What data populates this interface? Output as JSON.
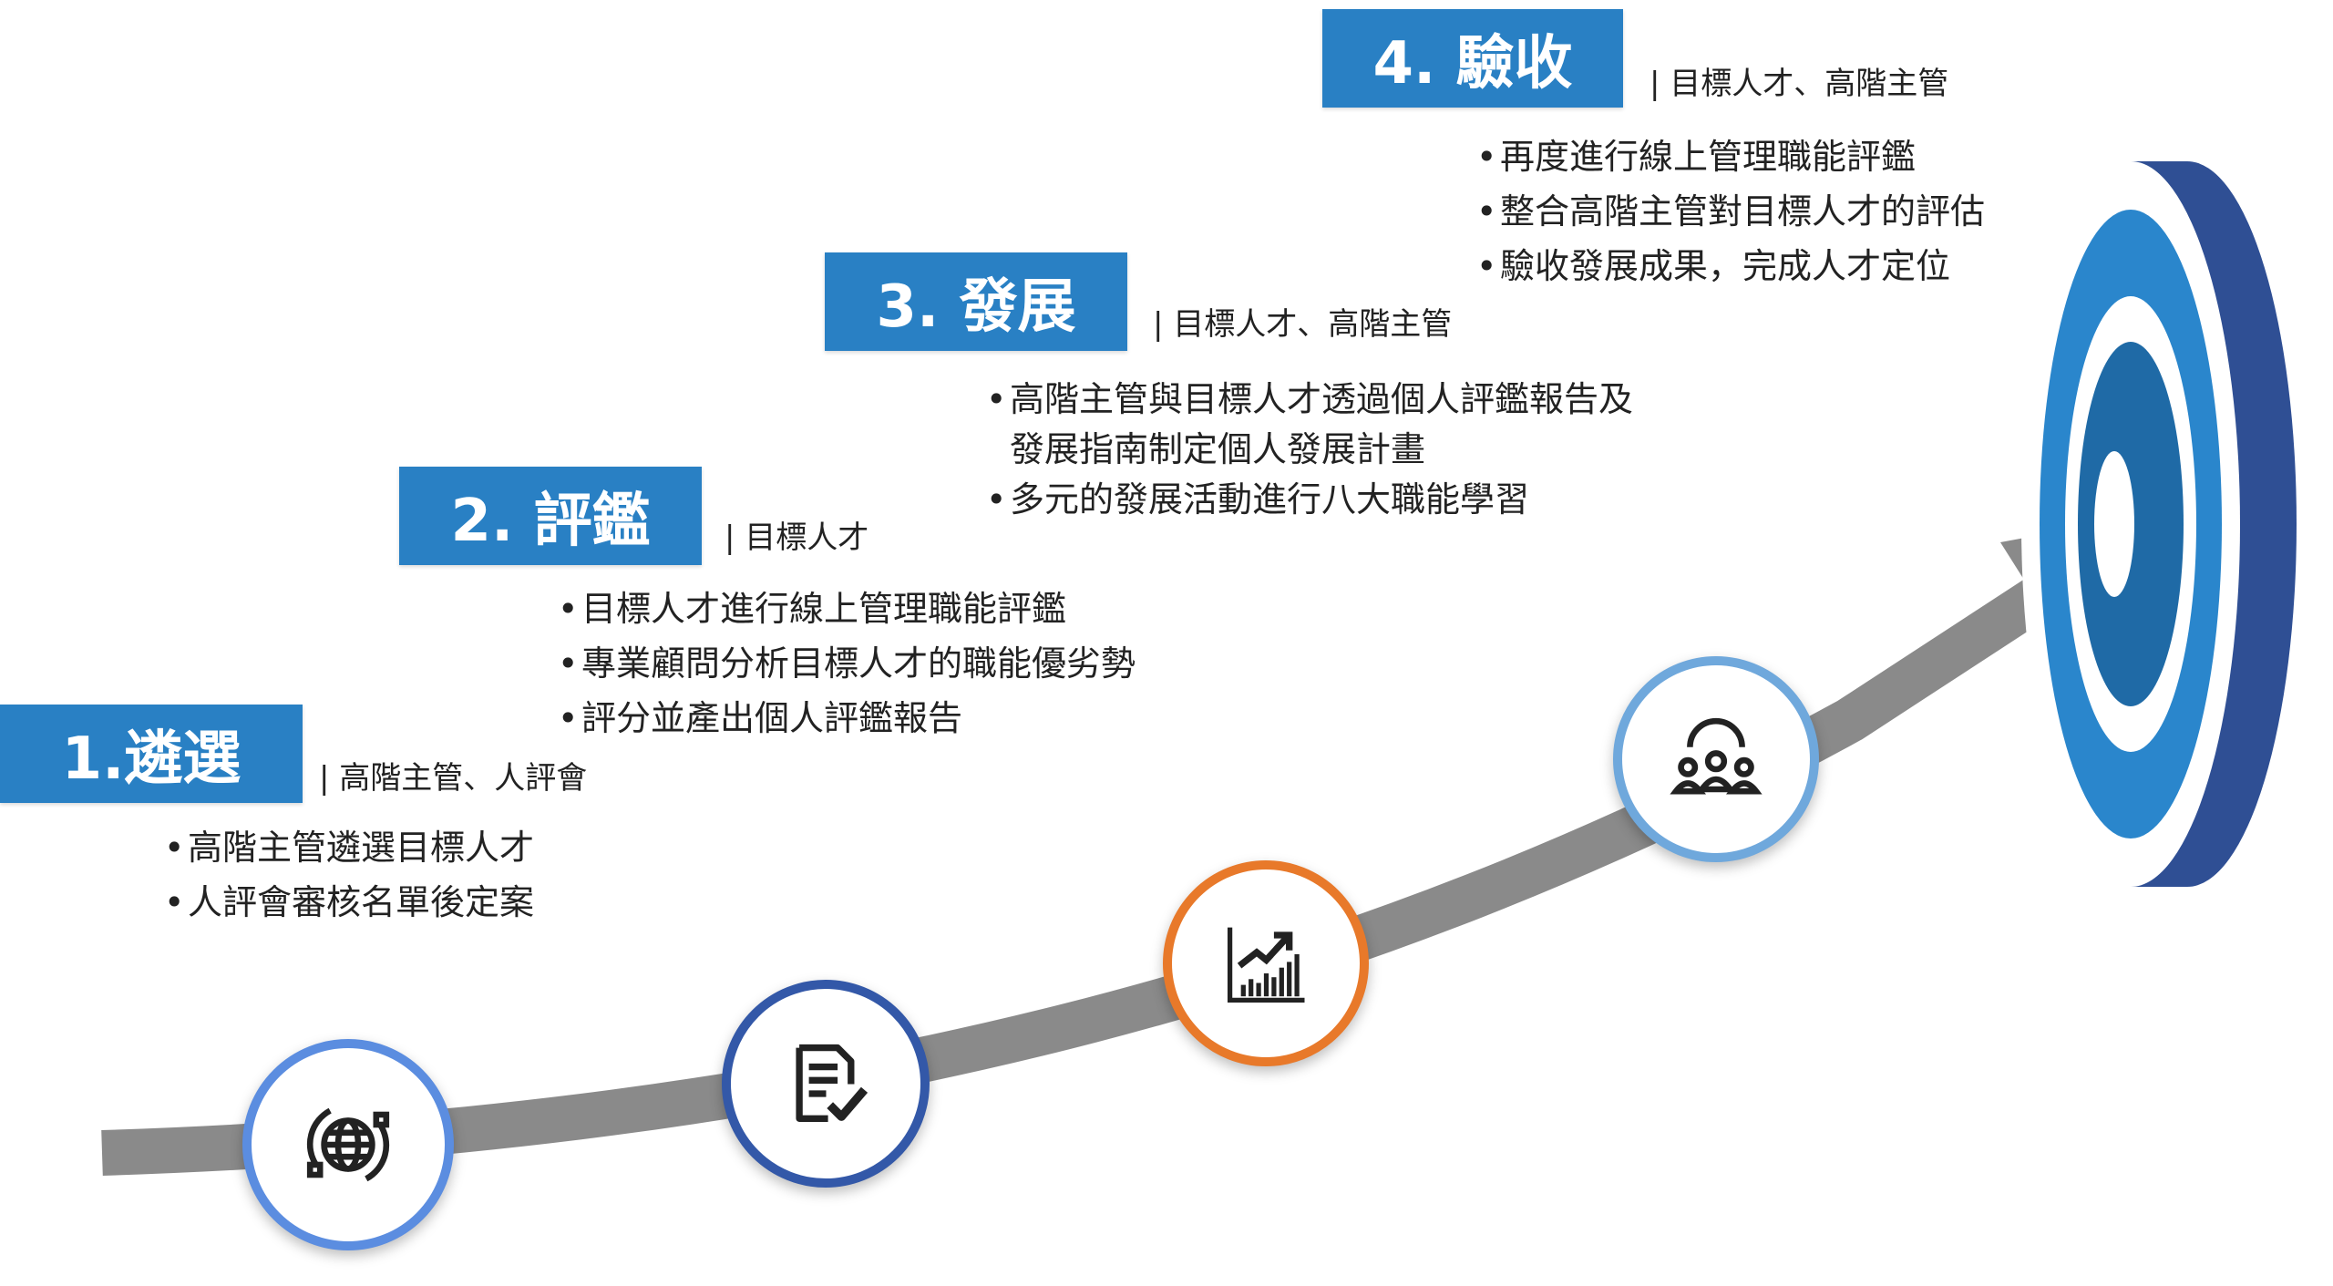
{
  "stages": [
    {
      "title": "1.遴選",
      "audience": "| 高階主管、人評會",
      "bullets": [
        "高階主管遴選目標人才",
        "人評會審核名單後定案"
      ],
      "icon": "globe-icon",
      "ring_color": "#5b8de0"
    },
    {
      "title": "2. 評鑑",
      "audience": "| 目標人才",
      "bullets": [
        "目標人才進行線上管理職能評鑑",
        "專業顧問分析目標人才的職能優劣勢",
        "評分並產出個人評鑑報告"
      ],
      "icon": "checklist-document-icon",
      "ring_color": "#3358a8"
    },
    {
      "title": "3. 發展",
      "audience": "| 目標人才、高階主管",
      "bullets": [
        "高階主管與目標人才透過個人評鑑報告及",
        "發展指南制定個人發展計畫",
        "多元的發展活動進行八大職能學習"
      ],
      "icon": "growth-chart-icon",
      "ring_color": "#e8792a"
    },
    {
      "title": "4. 驗收",
      "audience": "| 目標人才、高階主管",
      "bullets": [
        "再度進行線上管理職能評鑑",
        "整合高階主管對目標人才的評估",
        "驗收發展成果，完成人才定位"
      ],
      "icon": "team-group-icon",
      "ring_color": "#6fa8dc"
    }
  ],
  "colors": {
    "stage_box": "#2980c4",
    "arrow": "#8a8a8a",
    "target_dark": "#2f4f94",
    "target_mid": "#2a86cc",
    "target_inner": "#1f6aa6"
  }
}
